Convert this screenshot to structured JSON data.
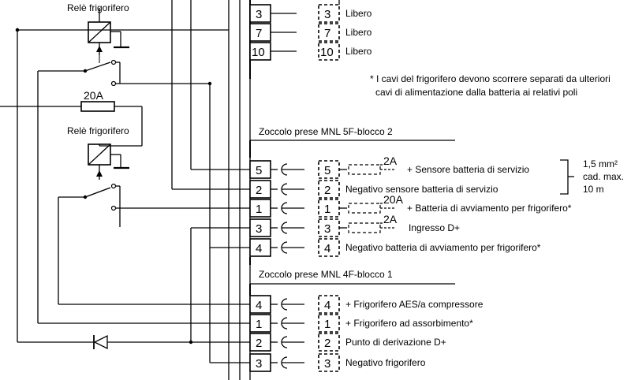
{
  "relays": {
    "top_label": "Relè frigorifero",
    "bottom_label": "Relè frigorifero"
  },
  "fuse_label": "20A",
  "top_terminals": [
    {
      "pin": "3",
      "label": "Libero"
    },
    {
      "pin": "7",
      "label": "Libero"
    },
    {
      "pin": "10",
      "label": "Libero"
    }
  ],
  "note": {
    "line1": "* I cavi del frigorifero devono scorrere separati da ulteriori",
    "line2": "cavi di alimentazione dalla batteria ai relativi poli"
  },
  "socket_5f": {
    "title": "Zoccolo prese MNL  5F-blocco 2",
    "rows": [
      {
        "pin": "5",
        "fuse": "2A",
        "label": "+ Sensore batteria di servizio"
      },
      {
        "pin": "2",
        "fuse": "",
        "label": "Negativo sensore batteria di servizio"
      },
      {
        "pin": "1",
        "fuse": "20A",
        "label": "+ Batteria di avviamento per frigorifero*"
      },
      {
        "pin": "3",
        "fuse": "2A",
        "label": "Ingresso D+"
      },
      {
        "pin": "4",
        "fuse": "",
        "label": "Negativo batteria di avviamento per frigorifero*"
      }
    ]
  },
  "cable_spec": {
    "line1": "1,5 mm²",
    "line2": "cad. max.",
    "line3": "10 m"
  },
  "socket_4f": {
    "title": "Zoccolo prese MNL  4F-blocco 1",
    "rows": [
      {
        "pin": "4",
        "label": "+ Frigorifero AES/a compressore"
      },
      {
        "pin": "1",
        "label": "+ Frigorifero ad assorbimento*"
      },
      {
        "pin": "2",
        "label": "Punto di derivazione D+"
      },
      {
        "pin": "3",
        "label": "Negativo frigorifero"
      }
    ]
  }
}
